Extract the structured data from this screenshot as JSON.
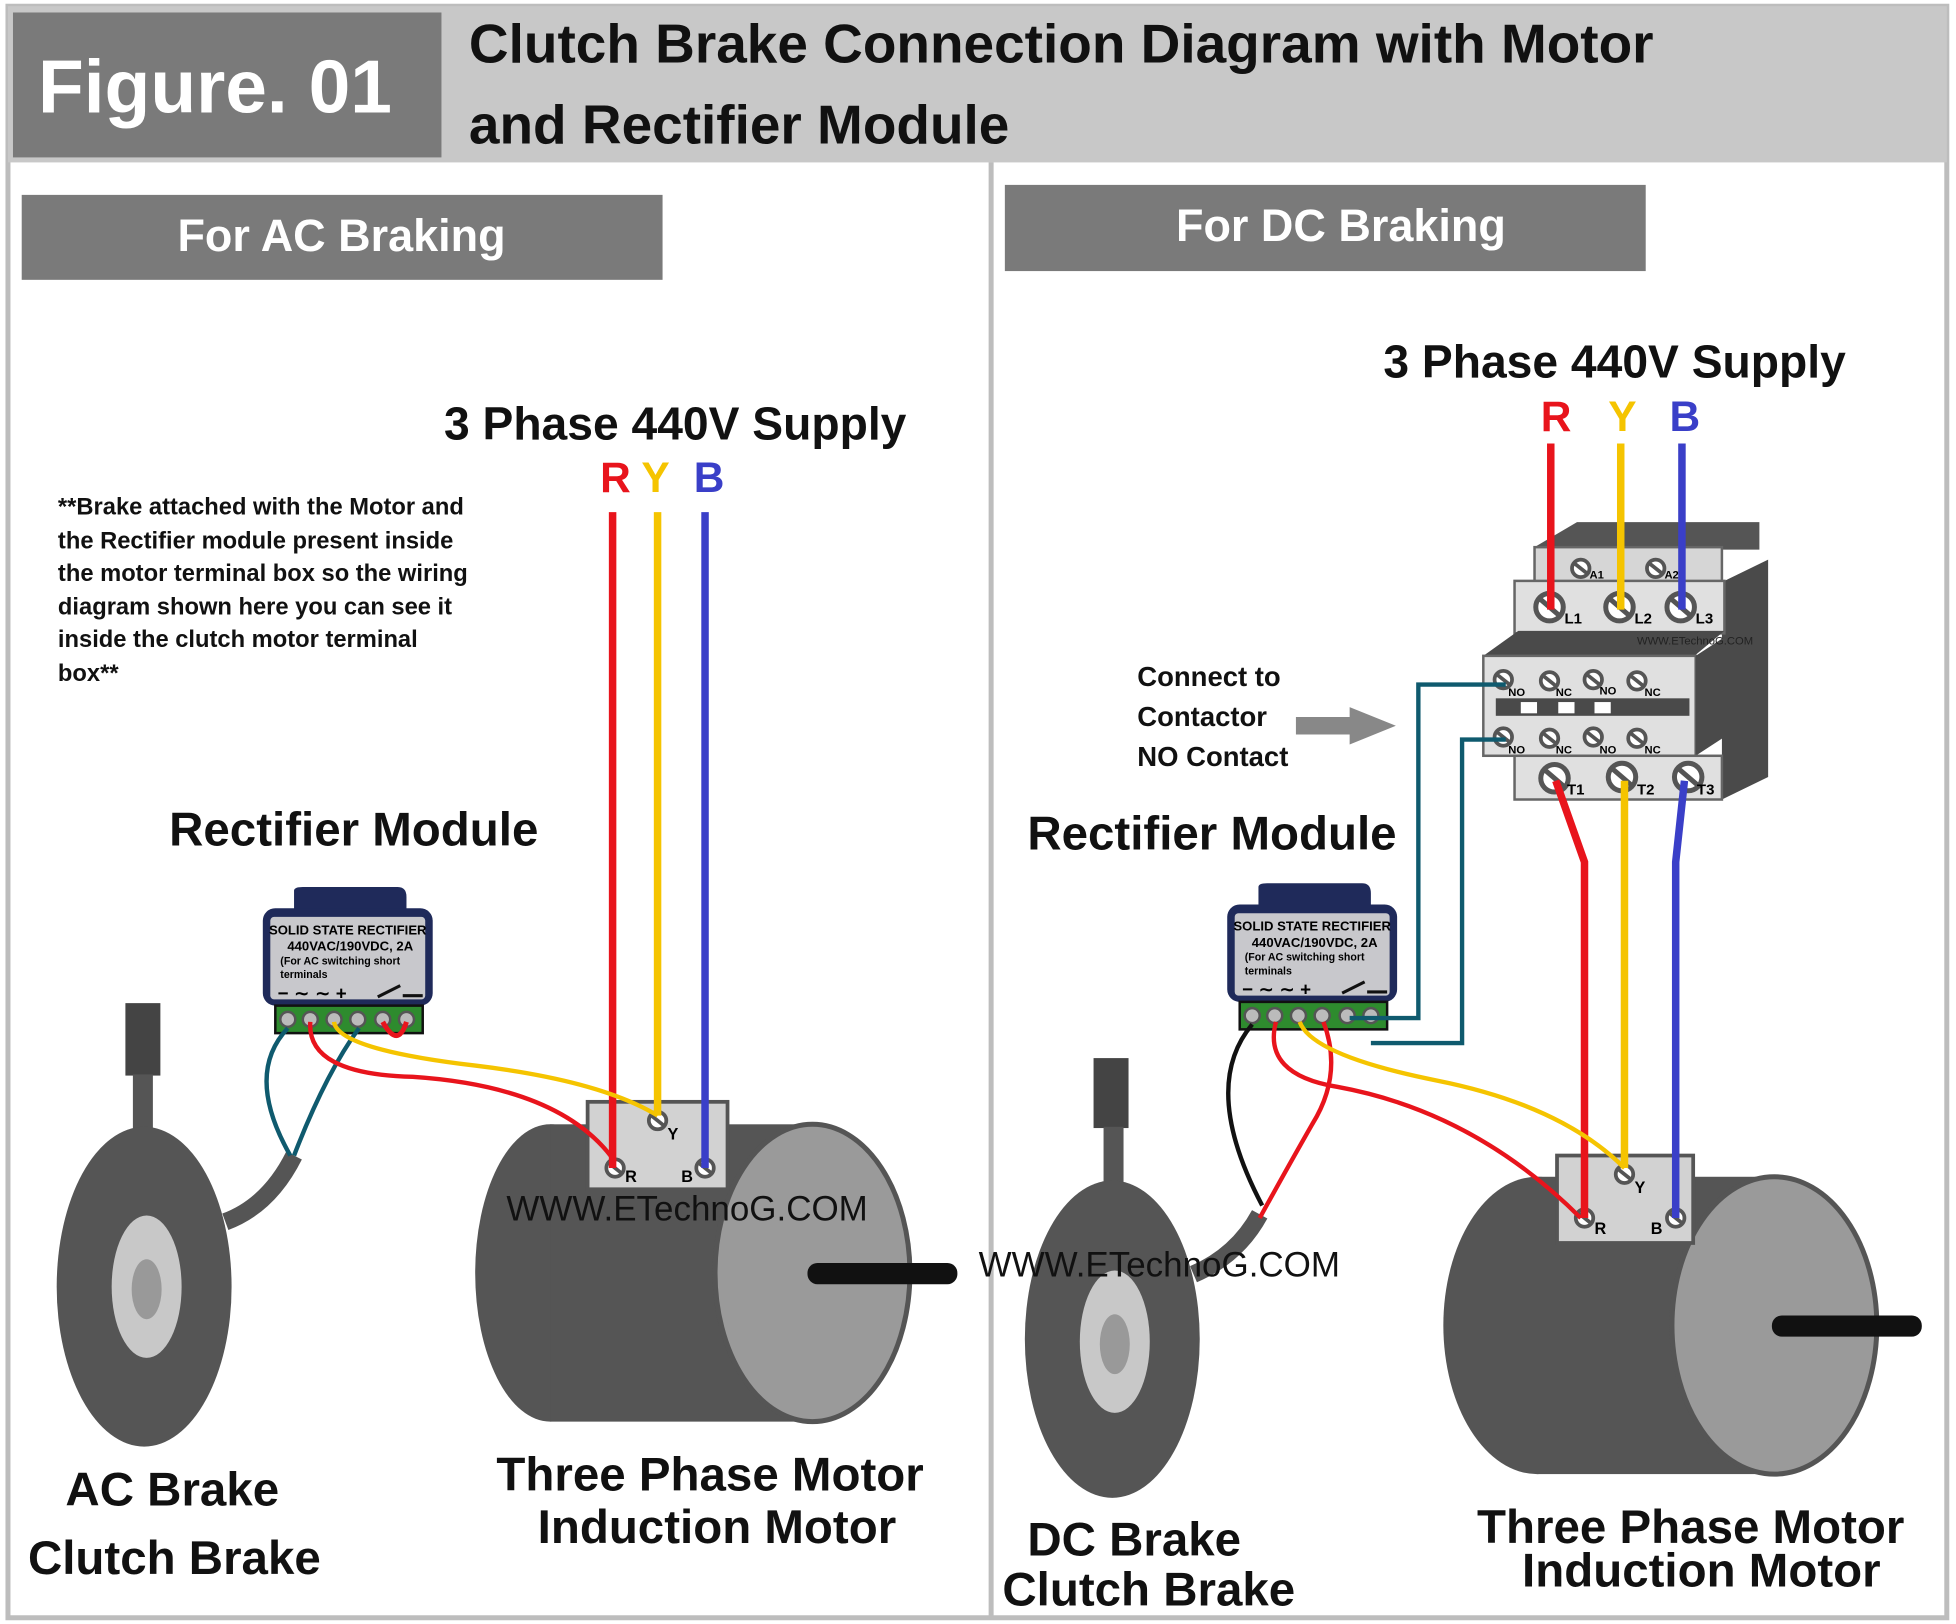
{
  "header": {
    "figure_label": "Figure. 01",
    "title_line1": "Clutch Brake Connection Diagram with Motor",
    "title_line2": "and Rectifier Module"
  },
  "ac_panel": {
    "heading": "For AC Braking",
    "supply": "3 Phase 440V Supply",
    "phases": [
      "R",
      "Y",
      "B"
    ],
    "note_lines": [
      "**Brake attached with the Motor and",
      "the Rectifier module present inside",
      "the motor terminal box so the wiring",
      "diagram shown here you can see it",
      "inside the clutch motor terminal",
      "box**"
    ],
    "rectifier_title": "Rectifier Module",
    "watermark": "WWW.ETechnoG.COM",
    "brake_label_1": "AC Brake",
    "brake_label_2": "Clutch Brake",
    "motor_label_1": "Three Phase Motor",
    "motor_label_2": "Induction Motor",
    "motor_terminals": [
      "R",
      "Y",
      "B"
    ]
  },
  "dc_panel": {
    "heading": "For DC Braking",
    "supply": "3 Phase 440V Supply",
    "phases": [
      "R",
      "Y",
      "B"
    ],
    "connect_note": [
      "Connect to",
      "Contactor",
      "NO Contact"
    ],
    "rectifier_title": "Rectifier Module",
    "watermark": "WWW.ETechnoG.COM",
    "contactor_watermark": "WWW.ETechnoG.COM",
    "contactor": {
      "coil": [
        "A1",
        "A2"
      ],
      "line": [
        "L1",
        "L2",
        "L3"
      ],
      "aux_top": [
        "NO",
        "NC",
        "NO",
        "NC"
      ],
      "aux_bottom": [
        "NO",
        "NC",
        "NO",
        "NC"
      ],
      "load": [
        "T1",
        "T2",
        "T3"
      ]
    },
    "brake_label_1": "DC Brake",
    "brake_label_2": "Clutch Brake",
    "motor_label_1": "Three Phase Motor",
    "motor_label_2": "Induction Motor",
    "motor_terminals": [
      "R",
      "Y",
      "B"
    ]
  },
  "rectifier": {
    "line1": "SOLID STATE RECTIFIER",
    "line2": "440VAC/190VDC, 2A",
    "line3": "(For AC switching short",
    "line4": "terminals",
    "symbols": "−  ∼  ∼  +"
  },
  "colors": {
    "R": "#e8141c",
    "Y": "#f5c400",
    "B": "#3a3fc8",
    "teal": "#0f5a6e",
    "panel_gray": "#7a7a7a",
    "header_gray": "#c8c8c8"
  }
}
